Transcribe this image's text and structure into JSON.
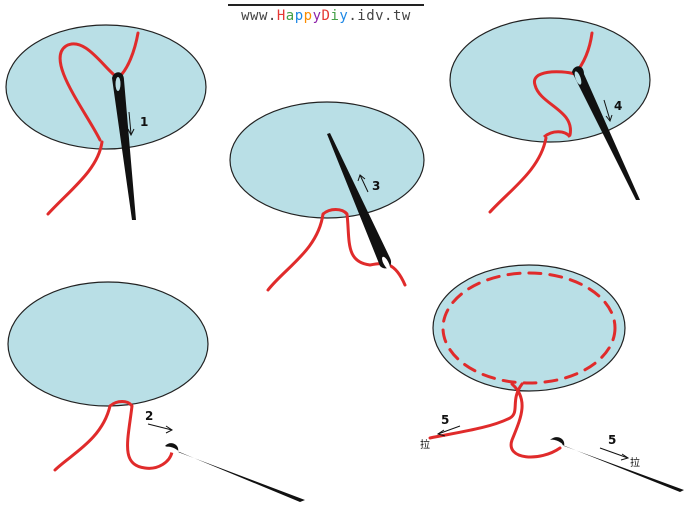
{
  "banner": {
    "pre": "www.",
    "brand": [
      {
        "ch": "H",
        "color": "#e53935"
      },
      {
        "ch": "a",
        "color": "#43a047"
      },
      {
        "ch": "p",
        "color": "#1e88e5"
      },
      {
        "ch": "p",
        "color": "#fb8c00"
      },
      {
        "ch": "y",
        "color": "#8e24aa"
      },
      {
        "ch": "D",
        "color": "#e53935"
      },
      {
        "ch": "i",
        "color": "#43a047"
      },
      {
        "ch": "y",
        "color": "#1e88e5"
      }
    ],
    "post": ".idv.tw"
  },
  "steps": {
    "s1": "1",
    "s2": "2",
    "s3": "3",
    "s4": "4",
    "s5a": "5",
    "s5b": "5"
  },
  "pull_label": "拉",
  "colors": {
    "fabric": "#b9dfe6",
    "outline": "#222222",
    "thread": "#e02b2b",
    "needle": "#111111"
  }
}
